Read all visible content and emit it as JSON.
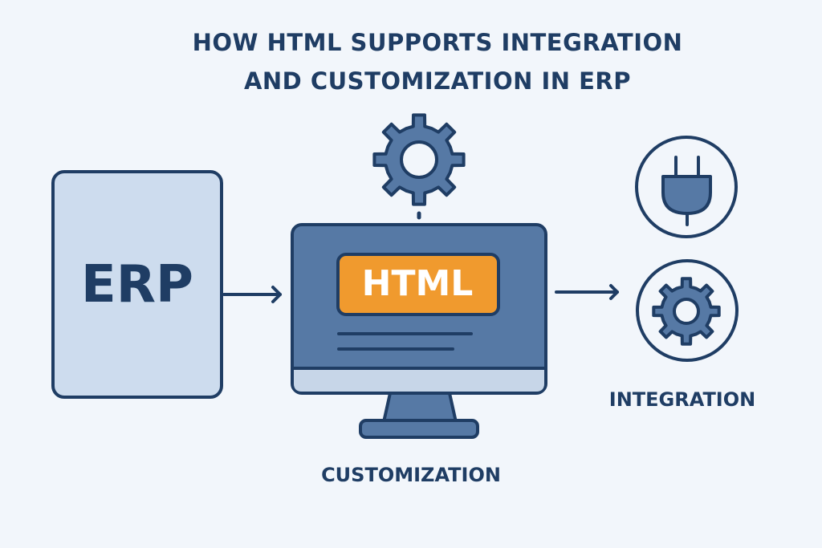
{
  "title": {
    "line1": "HOW HTML SUPPORTS INTEGRATION",
    "line2": "AND CUSTOMIZATION IN ERP"
  },
  "erp_box": {
    "label": "ERP"
  },
  "monitor": {
    "badge_label": "HTML"
  },
  "labels": {
    "customization": "CUSTOMIZATION",
    "integration": "INTEGRATION"
  },
  "icons": [
    "gear-icon",
    "plug-icon",
    "arrow-right-icon",
    "monitor-icon"
  ],
  "colors": {
    "navy": "#1f3d64",
    "blue": "#5679a5",
    "light": "#cddcee",
    "orange": "#f09a2e",
    "background": "#f2f6fb"
  }
}
